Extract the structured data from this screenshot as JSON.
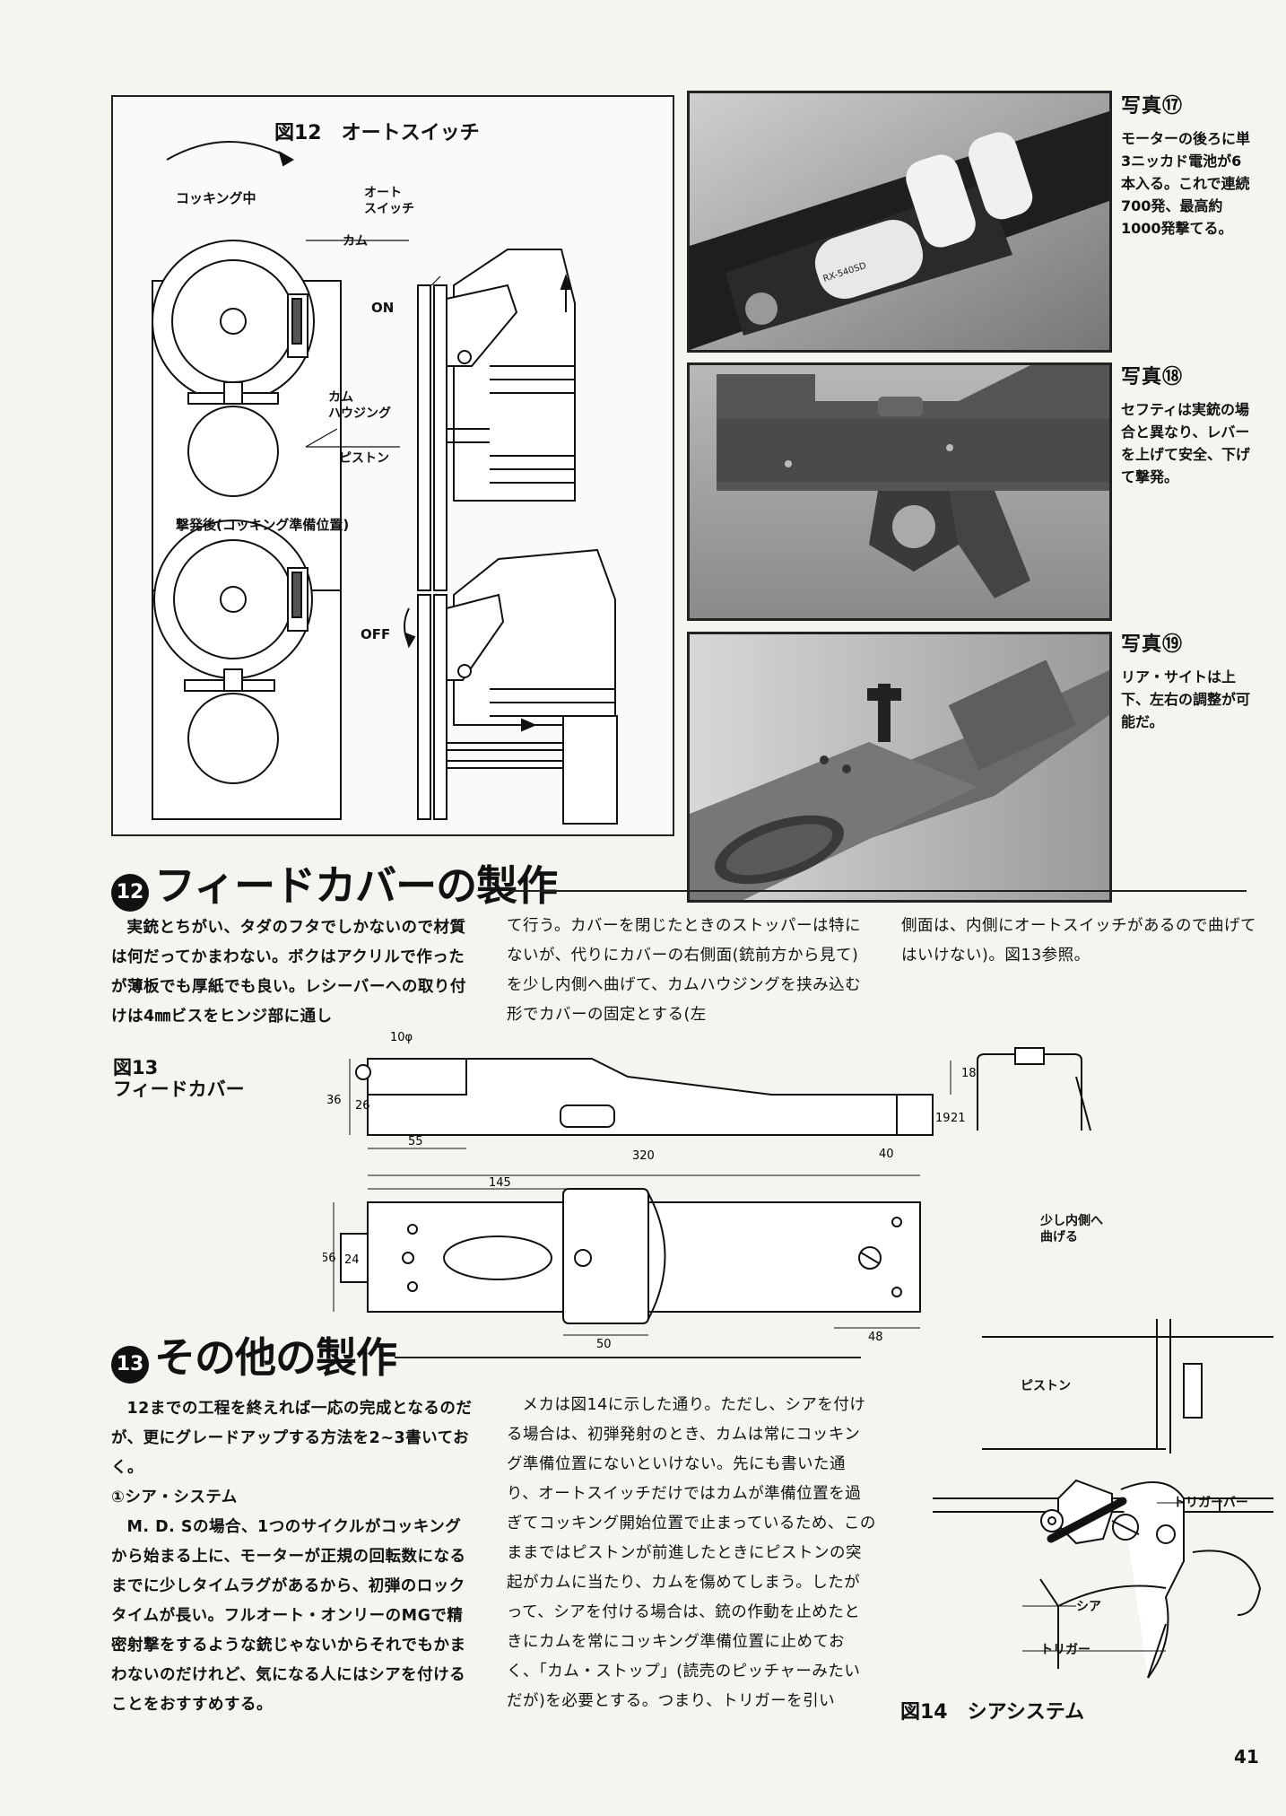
{
  "fig12": {
    "title": "図12　オートスイッチ",
    "label_cocking": "コッキング中",
    "label_auto_switch": "オート\nスイッチ",
    "label_cam": "カム",
    "label_on": "ON",
    "label_cam_housing": "カム\nハウジング",
    "label_piston": "ピストン",
    "label_after_fire": "撃発後(コッキング準備位置)",
    "label_off": "OFF"
  },
  "photo17": {
    "title": "写真⑰",
    "text": "モーターの後ろに単3ニッカド電池が6本入る。これで連続700発、最高約1000発撃てる。",
    "battery_label": "RX-540SD"
  },
  "photo18": {
    "title": "写真⑱",
    "text": "セフティは実銃の場合と異なり、レバーを上げて安全、下げて撃発。"
  },
  "photo19": {
    "title": "写真⑲",
    "text": "リア・サイトは上下、左右の調整が可能だ。"
  },
  "section12": {
    "number": "12",
    "title": "フィードカバーの製作",
    "col1": "実銃とちがい、タダのフタでしかないので材質は何だってかまわない。ボクはアクリルで作ったが薄板でも厚紙でも良い。レシーバーへの取り付けは4㎜ビスをヒンジ部に通し",
    "col2": "て行う。カバーを閉じたときのストッパーは特にないが、代りにカバーの右側面(銃前方から見て)を少し内側へ曲げて、カムハウジングを挟み込む形でカバーの固定とする(左",
    "col3": "側面は、内側にオートスイッチがあるので曲げてはいけない)。図13参照。"
  },
  "fig13": {
    "title": "図13\nフィードカバー",
    "dims": {
      "d10": "10φ",
      "d36": "36",
      "d26": "26",
      "d55": "55",
      "d320": "320",
      "d145": "145",
      "d40": "40",
      "d18": "18",
      "d19": "19",
      "d21": "21",
      "d56": "56",
      "d24": "24",
      "d50": "50",
      "d48": "48"
    },
    "note_bend": "少し内側へ\n曲げる"
  },
  "section13": {
    "number": "13",
    "title": "その他の製作",
    "col1_intro": "12までの工程を終えれば一応の完成となるのだが、更にグレードアップする方法を2~3書いておく。",
    "col1_subhead": "①シア・システム",
    "col1_body": "M. D. Sの場合、1つのサイクルがコッキングから始まる上に、モーターが正規の回転数になるまでに少しタイムラグがあるから、初弾のロックタイムが長い。フルオート・オンリーのMGで精密射撃をするような銃じゃないからそれでもかまわないのだけれど、気になる人にはシアを付けることをおすすめする。",
    "col2": "メカは図14に示した通り。ただし、シアを付ける場合は、初弾発射のとき、カムは常にコッキング準備位置にないといけない。先にも書いた通り、オートスイッチだけではカムが準備位置を過ぎてコッキング開始位置で止まっているため、このままではピストンが前進したときにピストンの突起がカムに当たり、カムを傷めてしまう。したがって、シアを付ける場合は、銃の作動を止めたときにカムを常にコッキング準備位置に止めておく、「カム・ストップ」(読売のピッチャーみたいだが)を必要とする。つまり、トリガーを引い"
  },
  "fig14": {
    "title": "図14　シアシステム",
    "label_piston": "ピストン",
    "label_trigger_bar": "トリガーバー",
    "label_sear": "シア",
    "label_trigger": "トリガー"
  },
  "page_number": "41"
}
